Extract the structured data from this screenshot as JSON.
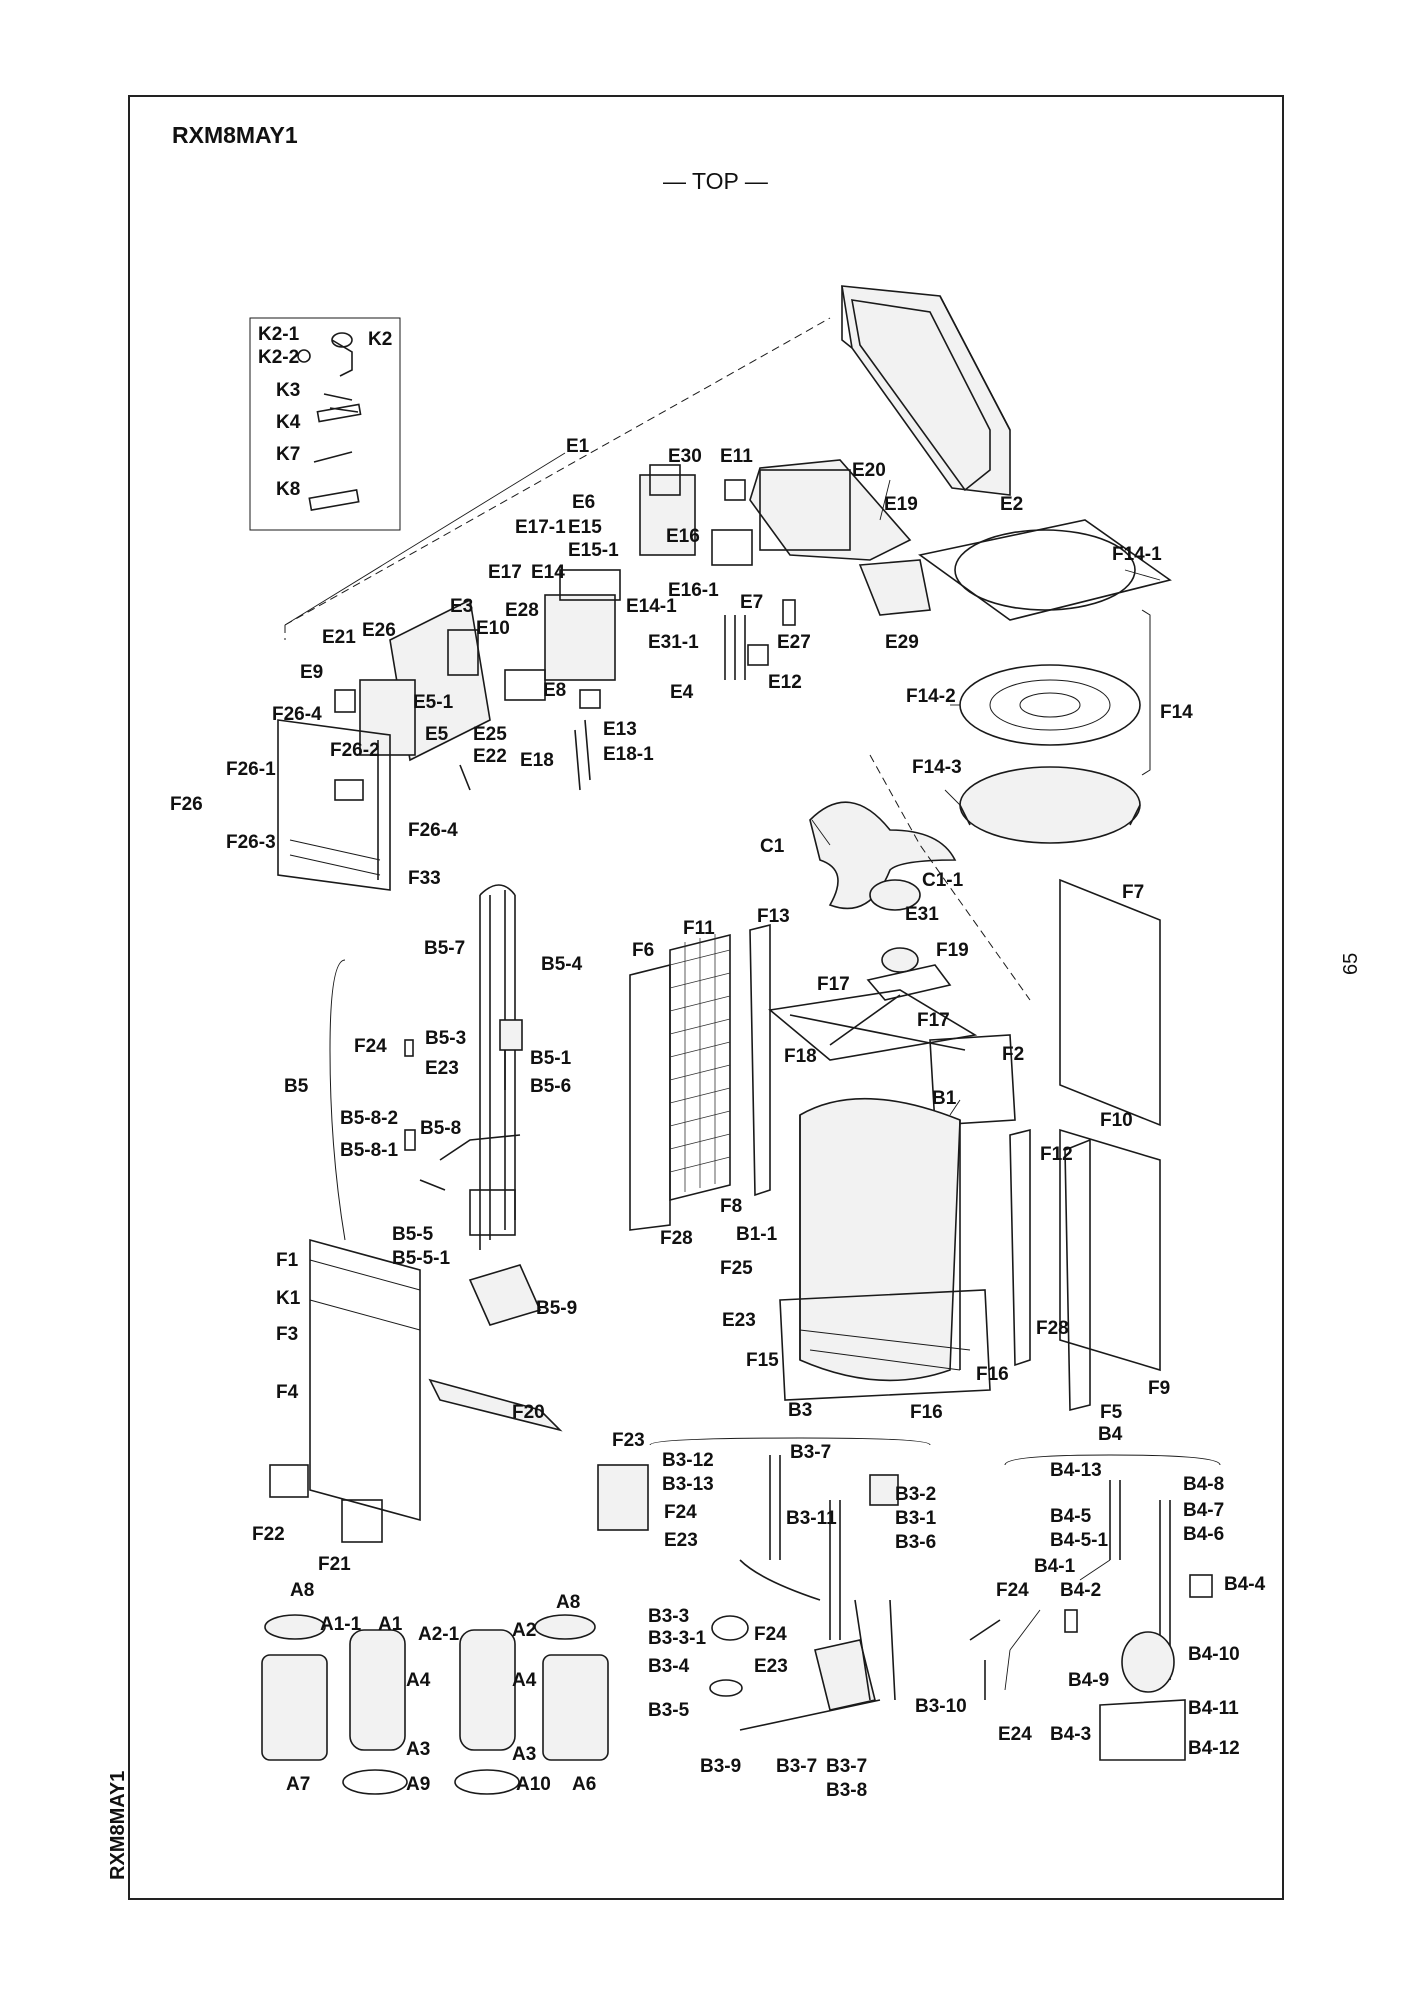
{
  "title": "RXM8MAY1",
  "view_label": "— TOP —",
  "page_number": "65",
  "side_label": "RXM8MAY1",
  "labels": {
    "K2_1": "K2-1",
    "K2": "K2",
    "K2_2": "K2-2",
    "K3": "K3",
    "K4": "K4",
    "K7": "K7",
    "K8": "K8",
    "E1": "E1",
    "E30": "E30",
    "E11": "E11",
    "E20": "E20",
    "E19": "E19",
    "E2": "E2",
    "E6": "E6",
    "E17_1": "E17-1",
    "E15": "E15",
    "E15_1": "E15-1",
    "E16": "E16",
    "E17": "E17",
    "E14": "E14",
    "E16_1": "E16-1",
    "E7": "E7",
    "E14_1": "E14-1",
    "E3": "E3",
    "E28": "E28",
    "E21": "E21",
    "E26": "E26",
    "E10": "E10",
    "E31_1": "E31-1",
    "E27": "E27",
    "E29": "E29",
    "E9": "E9",
    "E8": "E8",
    "E4": "E4",
    "E12": "E12",
    "E5_1": "E5-1",
    "E5": "E5",
    "E25": "E25",
    "E22": "E22",
    "E13": "E13",
    "E18": "E18",
    "E18_1": "E18-1",
    "F14_1": "F14-1",
    "F14_2": "F14-2",
    "F14": "F14",
    "F14_3": "F14-3",
    "F26_4a": "F26-4",
    "F26_1": "F26-1",
    "F26_2": "F26-2",
    "F26": "F26",
    "F26_3": "F26-3",
    "F26_4b": "F26-4",
    "F33": "F33",
    "C1": "C1",
    "C1_1": "C1-1",
    "E31": "E31",
    "F7": "F7",
    "B5_7": "B5-7",
    "B5_4": "B5-4",
    "F11": "F11",
    "F13": "F13",
    "F6": "F6",
    "F19": "F19",
    "F17a": "F17",
    "F17b": "F17",
    "F24a": "F24",
    "B5_3": "B5-3",
    "E23a": "E23",
    "B5_1": "B5-1",
    "B5_6": "B5-6",
    "B5": "B5",
    "F18": "F18",
    "F2": "F2",
    "B1": "B1",
    "B5_8_2": "B5-8-2",
    "B5_8": "B5-8",
    "B5_8_1": "B5-8-1",
    "F10": "F10",
    "F12": "F12",
    "F8": "F8",
    "F28a": "F28",
    "B5_5": "B5-5",
    "B5_5_1": "B5-5-1",
    "B1_1": "B1-1",
    "F1": "F1",
    "F25": "F25",
    "K1": "K1",
    "B5_9": "B5-9",
    "E23b": "E23",
    "F28b": "F28",
    "F3": "F3",
    "F15": "F15",
    "F16a": "F16",
    "F9": "F9",
    "F4": "F4",
    "F20": "F20",
    "F16b": "F16",
    "F5": "F5",
    "B3": "B3",
    "B4": "B4",
    "F23": "F23",
    "B3_12": "B3-12",
    "B3_7a": "B3-7",
    "B3_13": "B3-13",
    "B3_2": "B3-2",
    "B4_13": "B4-13",
    "B4_8": "B4-8",
    "F24b": "F24",
    "B3_1": "B3-1",
    "B4_7": "B4-7",
    "F22": "F22",
    "B3_11": "B3-11",
    "E23c": "E23",
    "B3_6": "B3-6",
    "B4_5": "B4-5",
    "B4_5_1": "B4-5-1",
    "B4_6": "B4-6",
    "F21": "F21",
    "B4_1": "B4-1",
    "A8a": "A8",
    "A8b": "A8",
    "F24d": "F24",
    "B4_2": "B4-2",
    "B4_4": "B4-4",
    "A1_1": "A1-1",
    "A1": "A1",
    "A2_1": "A2-1",
    "A2": "A2",
    "B3_3": "B3-3",
    "B3_3_1": "B3-3-1",
    "F24c": "F24",
    "B3_4": "B3-4",
    "E23d": "E23",
    "B4_10": "B4-10",
    "A4a": "A4",
    "A4b": "A4",
    "B4_9": "B4-9",
    "B3_5": "B3-5",
    "B3_10": "B3-10",
    "B4_11": "B4-11",
    "E24": "E24",
    "B4_3": "B4-3",
    "A3a": "A3",
    "A3b": "A3",
    "B4_12": "B4-12",
    "B3_9": "B3-9",
    "B3_7b": "B3-7",
    "B3_7c": "B3-7",
    "A7": "A7",
    "A9": "A9",
    "A10": "A10",
    "A6": "A6",
    "B3_8": "B3-8"
  }
}
